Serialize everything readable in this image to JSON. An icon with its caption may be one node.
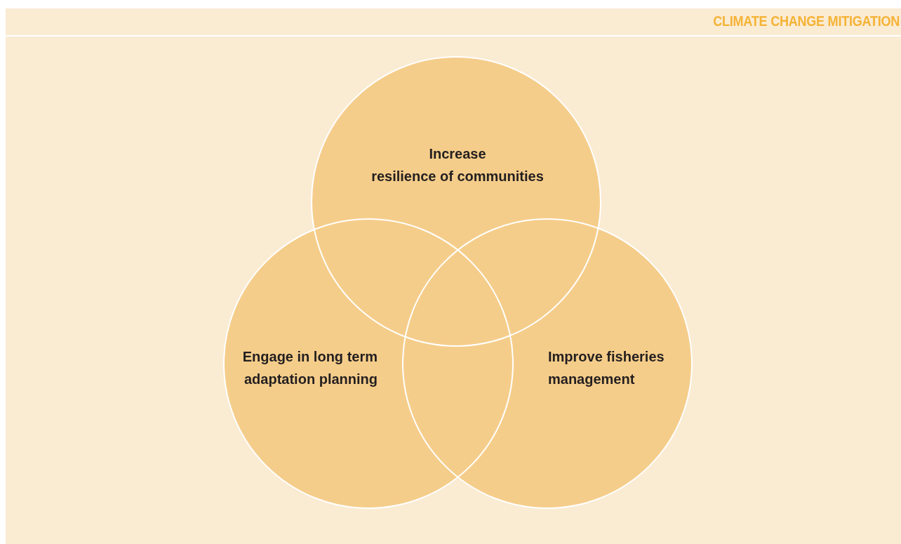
{
  "diagram": {
    "title": "CLIMATE CHANGE MITIGATION",
    "nodes": [
      {
        "text": [
          "Increase resilience of communities"
        ]
      },
      {
        "text": [
          "Engage in long term adaptation planning"
        ]
      },
      {
        "text": [
          "Improve fisheries management"
        ]
      }
    ]
  }
}
